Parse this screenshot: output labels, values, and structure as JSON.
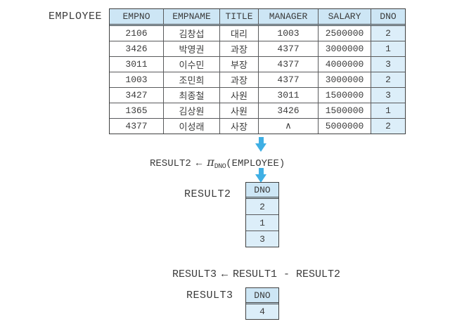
{
  "employee_table": {
    "label": "EMPLOYEE",
    "columns": [
      "EMPNO",
      "EMPNAME",
      "TITLE",
      "MANAGER",
      "SALARY",
      "DNO"
    ],
    "rows": [
      [
        "2106",
        "김창섭",
        "대리",
        "1003",
        "2500000",
        "2"
      ],
      [
        "3426",
        "박영권",
        "과장",
        "4377",
        "3000000",
        "1"
      ],
      [
        "3011",
        "이수민",
        "부장",
        "4377",
        "4000000",
        "3"
      ],
      [
        "1003",
        "조민희",
        "과장",
        "4377",
        "3000000",
        "2"
      ],
      [
        "3427",
        "최종철",
        "사원",
        "3011",
        "1500000",
        "3"
      ],
      [
        "1365",
        "김상원",
        "사원",
        "3426",
        "1500000",
        "1"
      ],
      [
        "4377",
        "이성래",
        "사장",
        "∧",
        "5000000",
        "2"
      ]
    ]
  },
  "projection_formula": {
    "lhs": "RESULT2",
    "arrow": "←",
    "operator": "π",
    "subscript": "DNO",
    "argument": "(EMPLOYEE)"
  },
  "result2_table": {
    "label": "RESULT2",
    "columns": [
      "DNO"
    ],
    "rows": [
      [
        "2"
      ],
      [
        "1"
      ],
      [
        "3"
      ]
    ]
  },
  "difference_formula": {
    "lhs": "RESULT3",
    "arrow": "←",
    "rhs": "RESULT1 - RESULT2"
  },
  "result3_table": {
    "label": "RESULT3",
    "columns": [
      "DNO"
    ],
    "rows": [
      [
        "4"
      ]
    ]
  },
  "icons": {
    "down_arrow_1": "down-arrow-icon",
    "down_arrow_2": "down-arrow-icon"
  },
  "colors": {
    "header_fill": "#cde6f5",
    "highlight_fill": "#dceef9",
    "arrow_blue": "#3fafe4",
    "border": "#3f4040",
    "text": "#3b3b3b"
  }
}
